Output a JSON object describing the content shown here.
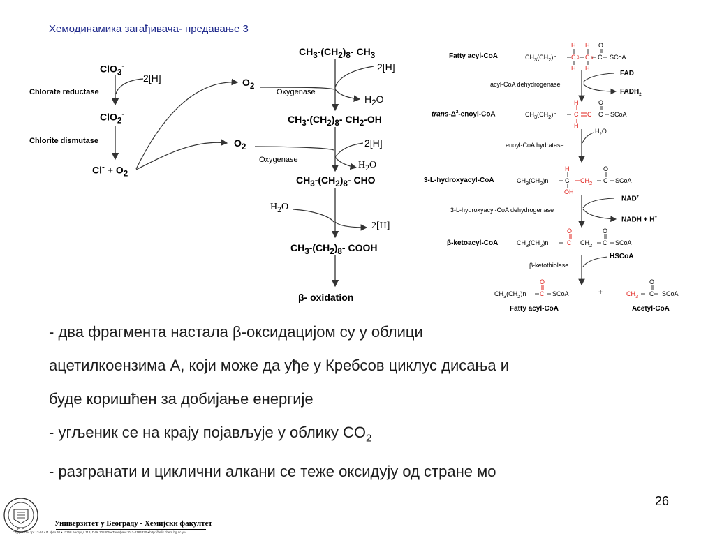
{
  "header": {
    "title": "Хемодинамика загађивача- предавање 3"
  },
  "left_pathway": {
    "chlorate": "ClO",
    "chlorate_sub": "3",
    "chlorate_sup": "-",
    "chlorite": "ClO",
    "chlorite_sub": "2",
    "chlorite_sup": "-",
    "chloride": "Cl",
    "chloride_sup": "-",
    "plus_o2": "+ O",
    "plus_o2_sub": "2",
    "enzyme1": "Chlorate reductase",
    "enzyme2": "Chlorite dismutase",
    "reductant": "2[H]"
  },
  "middle_pathway": {
    "o2_label": "O",
    "o2_sub": "2",
    "oxygenase": "Oxygenase",
    "reductant": "2[H]",
    "water": "H",
    "water_sub": "2",
    "water_tail": "O",
    "decane": [
      "CH",
      "3",
      "-(CH",
      "2",
      ")",
      "8",
      "- CH",
      "3"
    ],
    "decanol": [
      "CH",
      "3",
      "-(CH",
      "2",
      ")",
      "8",
      "- CH",
      "2",
      "-OH"
    ],
    "decanal": [
      "CH",
      "3",
      "-(CH",
      "2",
      ")",
      "8",
      "- CHO"
    ],
    "decanoic": [
      "CH",
      "3",
      "-(CH",
      "2",
      ")",
      "8",
      "- COOH"
    ],
    "beta_oxidation": "β- oxidation"
  },
  "right_pathway": {
    "fatty_acyl": "Fatty acyl-CoA",
    "enzyme_dehydrogenase": "acyl-CoA dehydrogenase",
    "fad": "FAD",
    "fadh": "FADH",
    "fadh_sub": "2",
    "trans_enoyl_prefix": "trans-",
    "trans_enoyl_delta": "Δ",
    "trans_enoyl_sup": "2",
    "trans_enoyl_tail": "-enoyl-CoA",
    "enzyme_hydratase": "enoyl-CoA hydratase",
    "water": "H",
    "water_sub": "2",
    "water_tail": "O",
    "hydroxyacyl": "3-L-hydroxyacyl-CoA",
    "enzyme_hydroxy_dh": "3-L-hydroxyacyl-CoA dehydrogenase",
    "nad": "NAD",
    "nad_sup": "+",
    "nadh": "NADH + H",
    "nadh_sup": "+",
    "ketoacyl": "β-ketoacyl-CoA",
    "enzyme_thiolase": "β-ketothiolase",
    "hscoa": "HSCoA",
    "product_fatty": "Fatty acyl-CoA",
    "product_acetyl": "Acetyl-CoA",
    "plus": "+",
    "chain_prefix": "CH",
    "chain_sub3": "3",
    "chain_mid": "(CH",
    "chain_sub2": "2",
    "chain_n": ")n",
    "scoa": "SCoA",
    "atom_c": "C",
    "atom_h": "H",
    "atom_o": "O",
    "atom_oh": "OH",
    "atom_ch2": "CH",
    "alpha": "α",
    "beta": "β",
    "acetyl_ch3": "CH",
    "acetyl_sub": "3"
  },
  "bullets": [
    "- два фрагмента настала β-оксидацијом су у облици",
    "ацетилкоензима А, који може да уђе у Кребсов циклус дисања и",
    "буде коришћен за добијање енергије",
    "- угљеник се на крају појављује у облику CO",
    "2",
    "- разгранати и циклични алкани се теже оксидују од стране мо"
  ],
  "page_number": "26",
  "footer": {
    "university": "Универзитет у Београду - Хемијски факултет",
    "address": "Студентски трг 12-16 • П. фах 51 • 11158 Београд 118, ПАК 105305 • Телефакс: 011-2184330 • http://helix.chem.bg.ac.yu/",
    "logo_letters": "Н Е"
  },
  "colors": {
    "header_blue": "#1f2a8c",
    "red": "#e0201b"
  }
}
